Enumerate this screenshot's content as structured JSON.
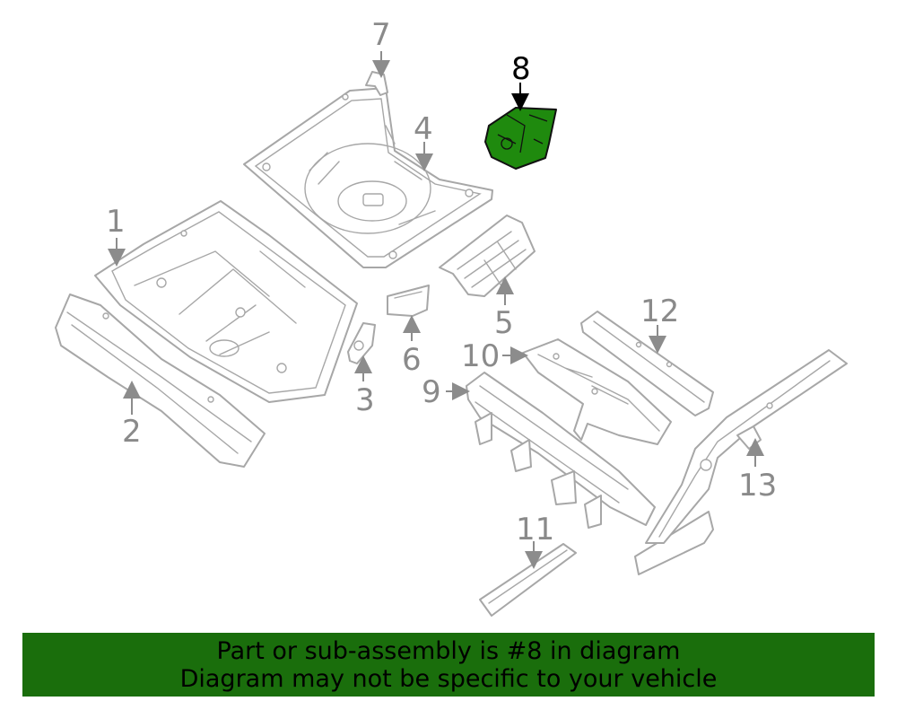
{
  "diagram": {
    "callouts": {
      "c1": "1",
      "c2": "2",
      "c3": "3",
      "c4": "4",
      "c5": "5",
      "c6": "6",
      "c7": "7",
      "c8": "8",
      "c9": "9",
      "c10": "10",
      "c11": "11",
      "c12": "12",
      "c13": "13"
    },
    "highlighted_part": "8",
    "colors": {
      "highlight_fill": "#1f8a0e",
      "line_art": "#a7a7a7",
      "banner": "#1a6e0c"
    }
  },
  "banner": {
    "line1": "Part or sub-assembly is #8 in diagram",
    "line2": "Diagram may not be specific to your vehicle"
  }
}
